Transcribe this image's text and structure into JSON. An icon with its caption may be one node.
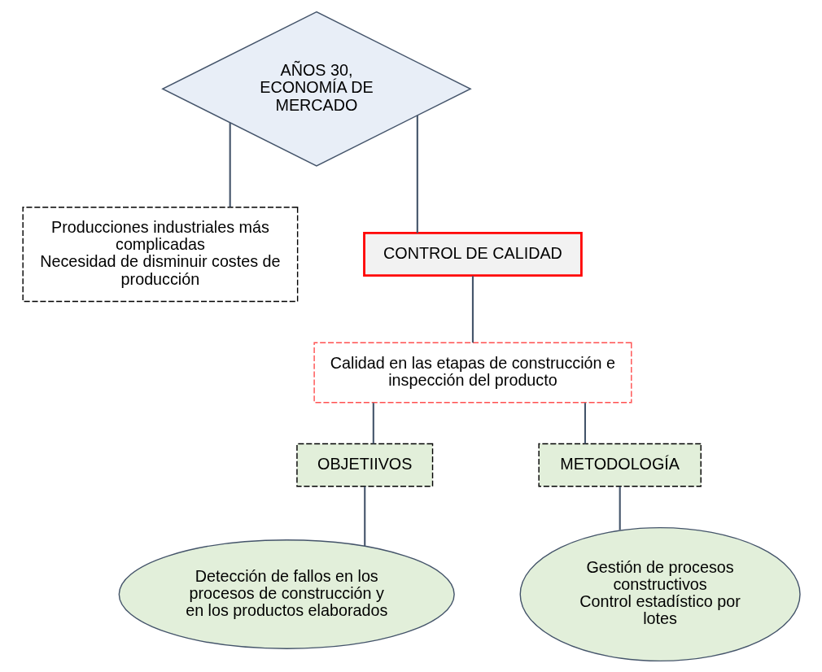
{
  "diagram": {
    "nodes": [
      {
        "text": [
          "AÑOS 30, ECONOMÍA DE MERCADO"
        ]
      },
      {
        "text": [
          "Producciones industriales más complicadas",
          "Necesidad de disminuir costes de producción"
        ]
      },
      {
        "text": [
          "CONTROL DE CALIDAD"
        ]
      },
      {
        "text": [
          "Calidad en las etapas de construcción e inspección del producto"
        ]
      },
      {
        "text": [
          "OBJETIIVOS"
        ]
      },
      {
        "text": [
          "METODOLOGÍA"
        ]
      },
      {
        "text": [
          "Detección de fallos en los procesos de construcción y en los productos elaborados"
        ]
      },
      {
        "text": [
          "Gestión de procesos constructivos",
          "Control estadístico por lotes"
        ]
      }
    ],
    "edges": [
      {
        "from": 0,
        "to": 1,
        "arrow": "none"
      },
      {
        "from": 0,
        "to": 2,
        "arrow": "none"
      },
      {
        "from": 2,
        "to": 3,
        "arrow": "none"
      },
      {
        "from": 3,
        "to": 4,
        "arrow": "none"
      },
      {
        "from": 3,
        "to": 5,
        "arrow": "none"
      },
      {
        "from": 4,
        "to": 6,
        "arrow": "none"
      },
      {
        "from": 5,
        "to": 7,
        "arrow": "none"
      }
    ]
  }
}
